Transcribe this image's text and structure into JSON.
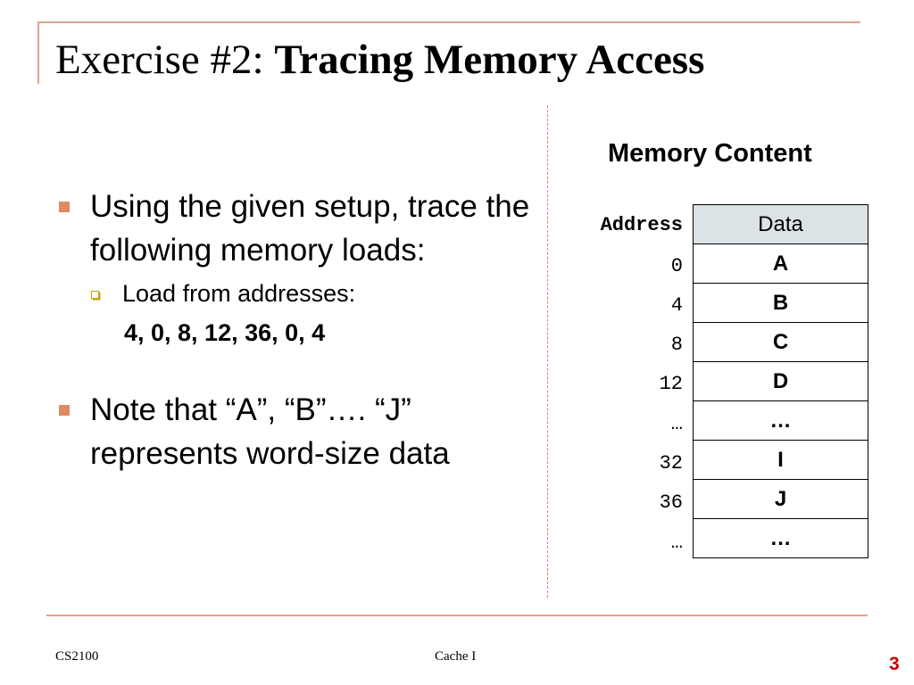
{
  "title": {
    "prefix": "Exercise #2:",
    "main": "Tracing Memory Access"
  },
  "bullets": {
    "first": "Using the given setup, trace the following memory loads:",
    "sub": "Load from addresses:",
    "sequence": "4, 0, 8, 12, 36, 0, 4",
    "second": "Note that “A”, “B”…. “J” represents word-size data"
  },
  "memory": {
    "title": "Memory Content",
    "address_header": "Address",
    "data_header": "Data",
    "rows": [
      {
        "address": "0",
        "data": "A"
      },
      {
        "address": "4",
        "data": "B"
      },
      {
        "address": "8",
        "data": "C"
      },
      {
        "address": "12",
        "data": "D"
      },
      {
        "address": "…",
        "data": "…"
      },
      {
        "address": "32",
        "data": "I"
      },
      {
        "address": "36",
        "data": "J"
      },
      {
        "address": "…",
        "data": "…"
      }
    ]
  },
  "footer": {
    "left": "CS2100",
    "center": "Cache I",
    "page": "3"
  },
  "colors": {
    "accent_rule": "#e0a58a",
    "bullet": "#e08a62",
    "page_number": "#cc0000",
    "header_fill": "#dce3e6"
  }
}
